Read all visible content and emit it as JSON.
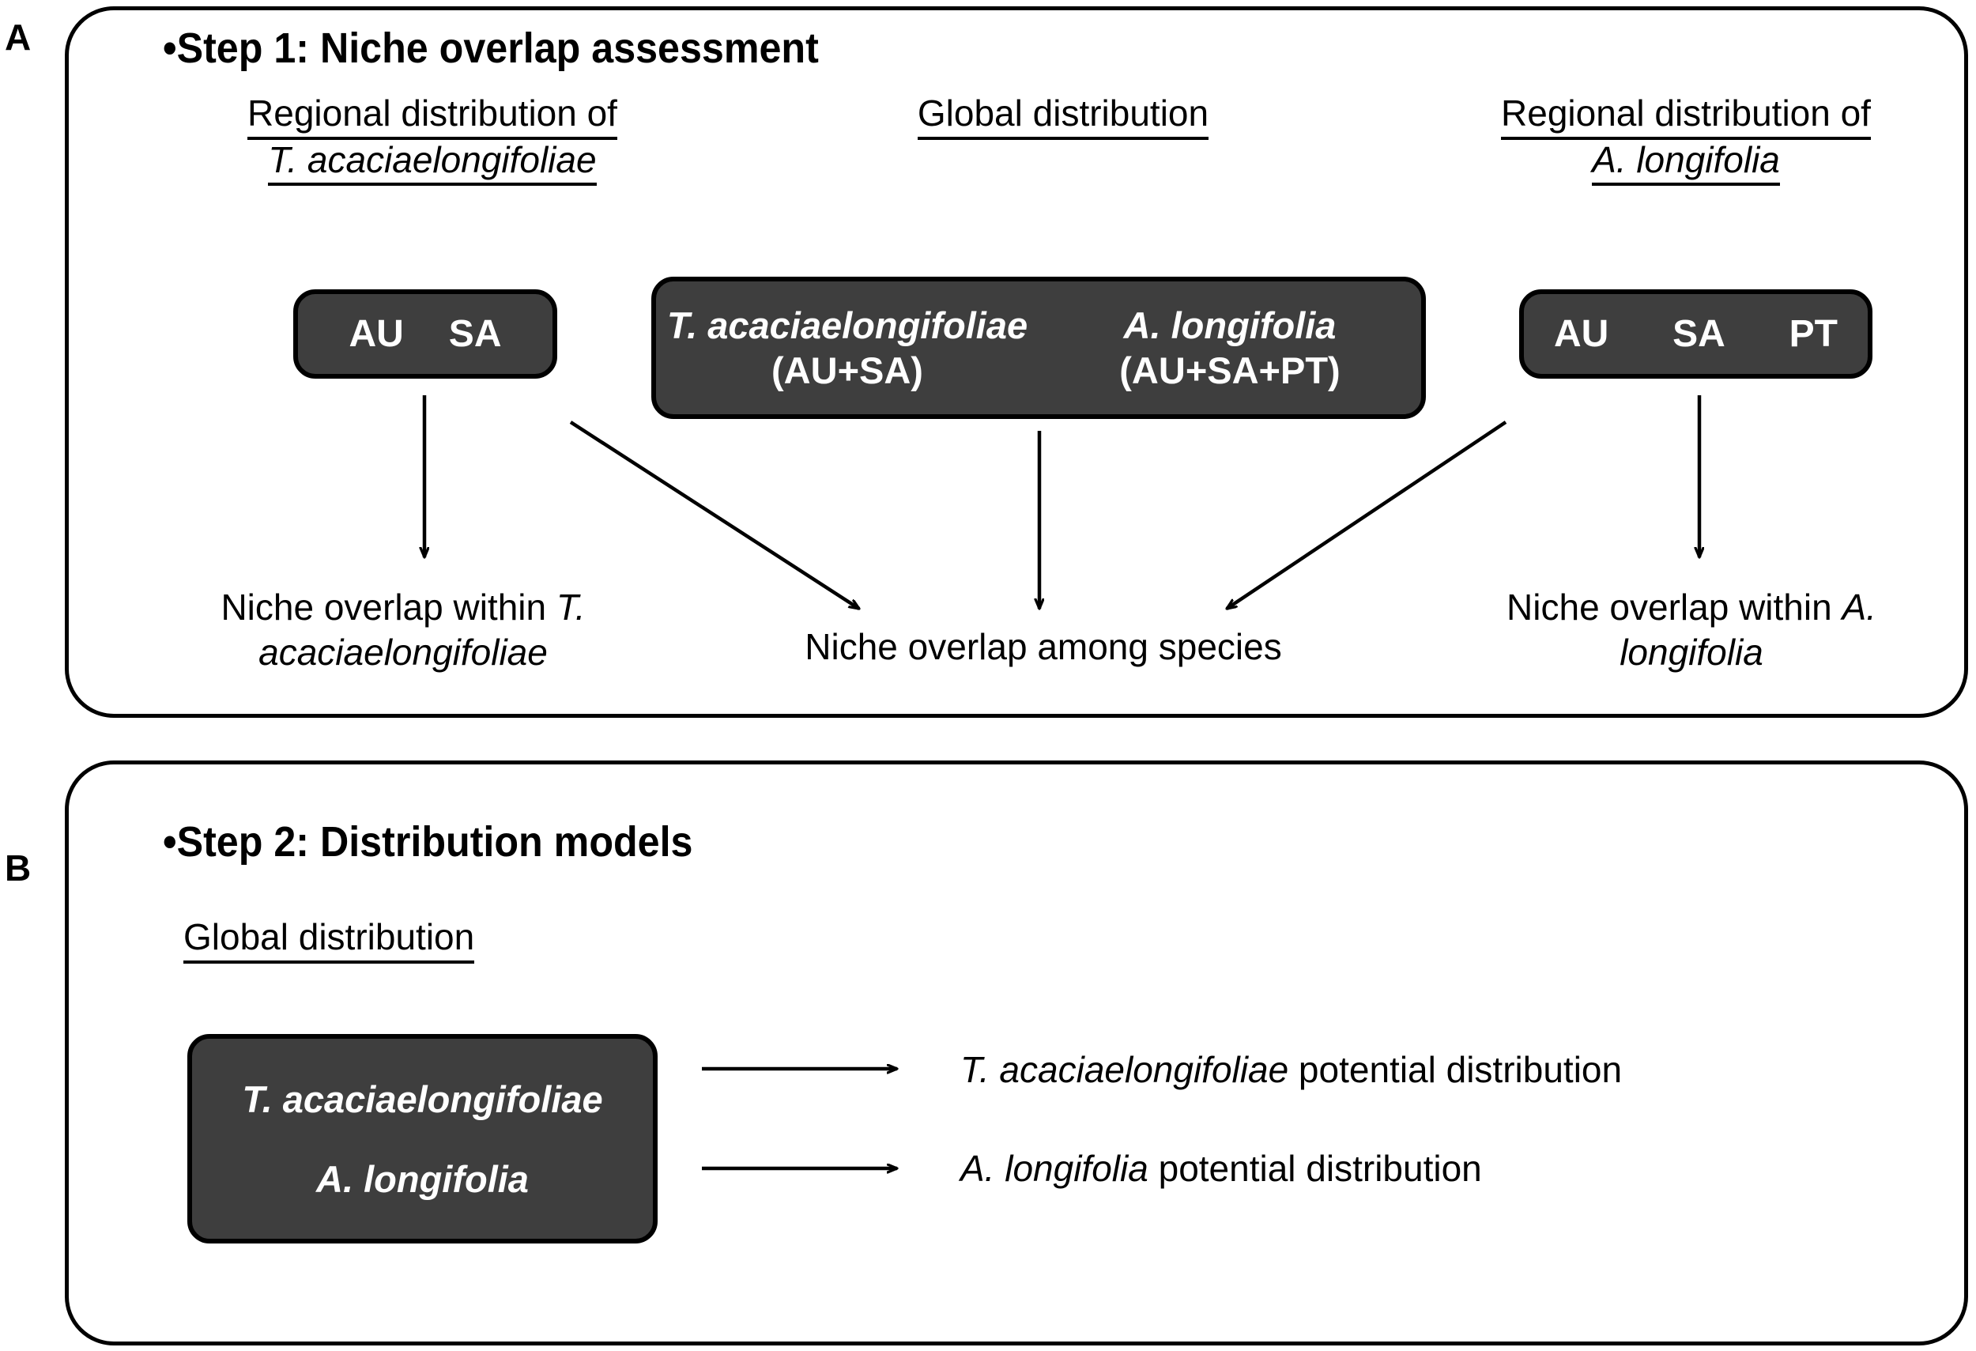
{
  "panels": [
    {
      "letter": "A",
      "heading": "•Step 1: Niche overlap assessment",
      "headings": {
        "left": {
          "line1": "Regional distribution of",
          "line2": "T. acaciaelongifoliae"
        },
        "middle": {
          "line1": "Global distribution"
        },
        "right": {
          "line1": "Regional distribution of",
          "line2": "A. longifolia"
        }
      },
      "boxes": {
        "regional_t": {
          "chips": [
            "AU",
            "SA"
          ]
        },
        "regional_a": {
          "chips": [
            "AU",
            "SA",
            "PT"
          ]
        },
        "global": {
          "species": [
            {
              "name": "T. acaciaelongifoliae",
              "regions": "(AU+SA)"
            },
            {
              "name": "A. longifolia",
              "regions": "(AU+SA+PT)"
            }
          ]
        }
      },
      "captions": {
        "left": {
          "text": "Niche overlap within T. acaciaelongifoliae",
          "prefix": "Niche overlap within ",
          "italic": "T. acaciaelongifoliae"
        },
        "middle": {
          "text": "Niche overlap among species"
        },
        "right": {
          "prefix": "Niche overlap within ",
          "italic": "A. longifolia"
        }
      }
    },
    {
      "letter": "B",
      "heading": "•Step 2: Distribution models",
      "headings": {
        "global": "Global distribution"
      },
      "box": {
        "species": [
          "T. acaciaelongifoliae",
          "A. longifolia"
        ]
      },
      "outputs": [
        {
          "italic": "T. acaciaelongifoliae",
          "rest": " potential distribution"
        },
        {
          "italic": "A. longifolia",
          "rest": " potential distribution"
        }
      ]
    }
  ],
  "colors": {
    "box_fill": "#3e3e3e",
    "box_border": "#000000",
    "box_text": "#ffffff",
    "frame": "#000000",
    "page_background": "#ffffff",
    "text": "#000000"
  },
  "arrow_count": {
    "panel_a": 5,
    "panel_b": 2
  }
}
